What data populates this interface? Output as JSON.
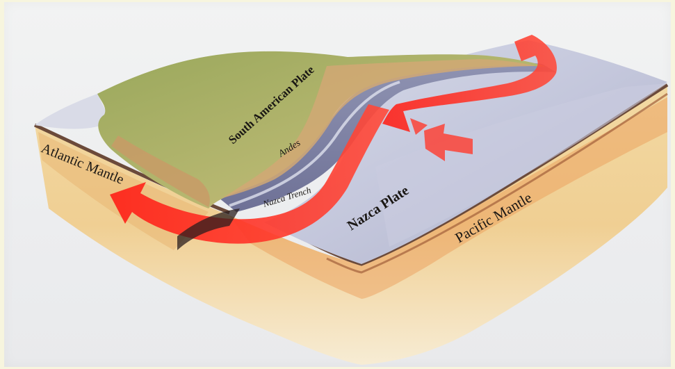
{
  "labels": {
    "south_american_plate": "South American Plate",
    "andes": "Andes",
    "atlantic_mantle": "Atlantic Mantle",
    "nazca_trench": "Nazca Trench",
    "nazca_plate": "Nazca Plate",
    "pacific_mantle": "Pacific Mantle"
  },
  "colors": {
    "continent": "#a9b267",
    "ocean_floor": "#b8bcd2",
    "mantle_sand": "#efc98a",
    "crust_rim": "#6b4a3a",
    "convection_arrow": "#ff2a1e"
  }
}
